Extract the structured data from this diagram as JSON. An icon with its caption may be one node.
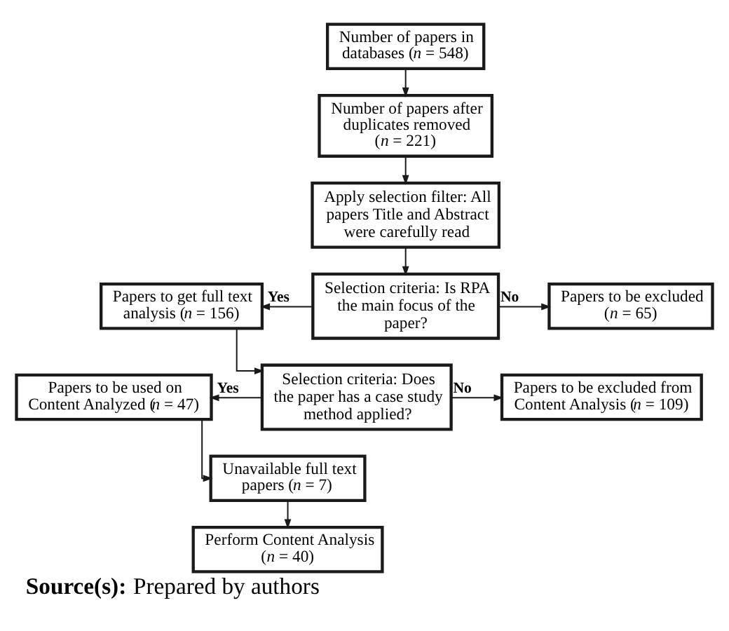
{
  "diagram": {
    "caption": "**Source(s):** Prepared by authors",
    "nodes": [
      {
        "text": [
          "Number of papers in databases (*n* = 548)"
        ]
      },
      {
        "text": [
          "Number of papers after duplicates removed (*n* = 221)"
        ]
      },
      {
        "text": [
          "Apply selection filter: All papers Title and Abstract were carefully read"
        ]
      },
      {
        "text": [
          "Papers to get full text analysis (*n* = 156)"
        ]
      },
      {
        "text": [
          "Selection criteria: Is RPA the main focus of the paper?"
        ]
      },
      {
        "text": [
          "Papers to be excluded (*n* = 65)"
        ]
      },
      {
        "text": [
          "Papers to be used on Content Analyzed (*n* = 47)"
        ]
      },
      {
        "text": [
          "Selection criteria: Does the paper has a case study method applied?"
        ]
      },
      {
        "text": [
          "Papers to be excluded from Content Analysis (*n* = 109)"
        ]
      },
      {
        "text": [
          "Unavailable full text papers (*n* = 7)"
        ]
      },
      {
        "text": [
          "Perform Content Analysis (*n* = 40)"
        ]
      }
    ],
    "edges": [
      {
        "from": 0,
        "to": 1,
        "arrow": "to"
      },
      {
        "from": 1,
        "to": 2,
        "arrow": "to"
      },
      {
        "from": 2,
        "to": 4,
        "arrow": "to"
      },
      {
        "from": 4,
        "to": 3,
        "arrow": "to",
        "label": "Yes"
      },
      {
        "from": 4,
        "to": 5,
        "arrow": "to",
        "label": "No"
      },
      {
        "from": 3,
        "to": 7,
        "arrow": "to"
      },
      {
        "from": 7,
        "to": 6,
        "arrow": "to",
        "label": "Yes"
      },
      {
        "from": 7,
        "to": 8,
        "arrow": "to",
        "label": "No"
      },
      {
        "from": 6,
        "to": 9,
        "arrow": "to"
      },
      {
        "from": 9,
        "to": 10,
        "arrow": "to"
      }
    ]
  }
}
